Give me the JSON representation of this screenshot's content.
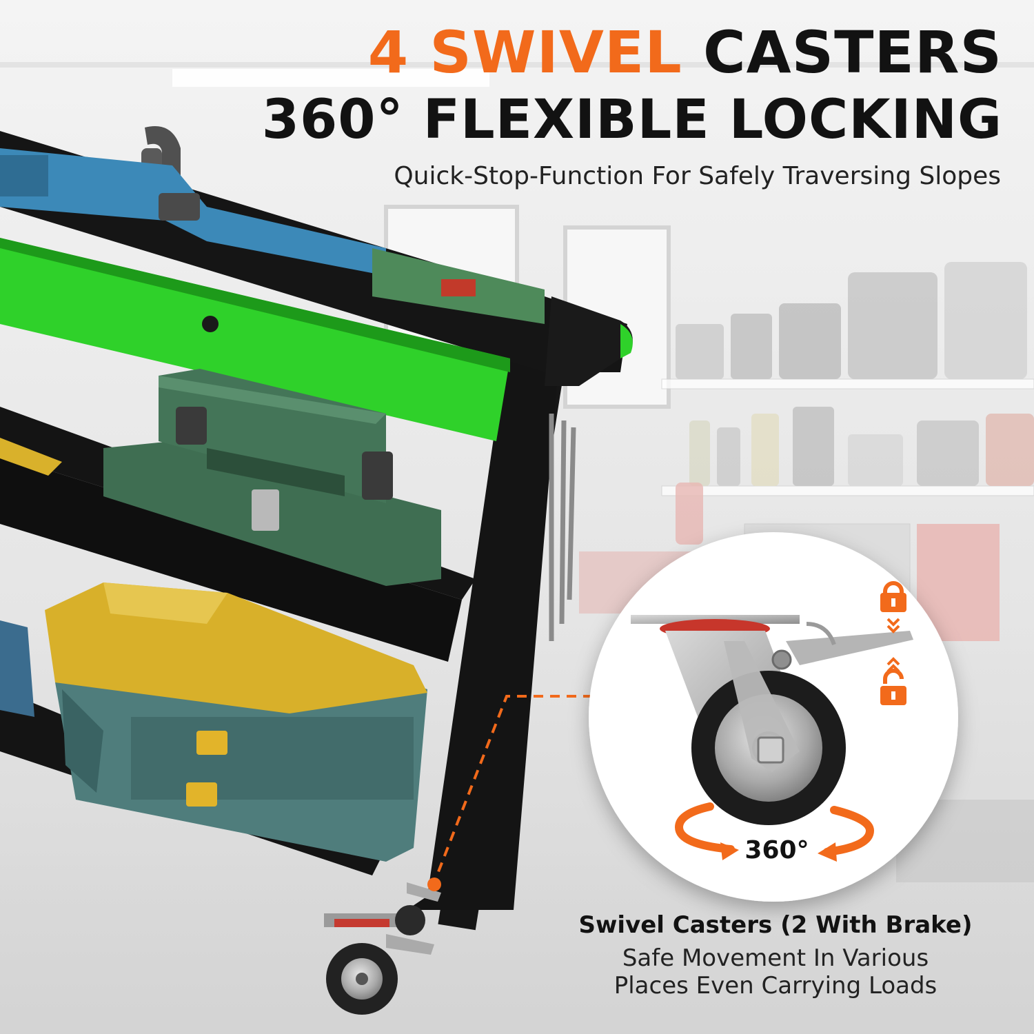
{
  "headline": {
    "accent": "4 SWIVEL",
    "rest": "CASTERS",
    "line2": "360° FLEXIBLE LOCKING"
  },
  "subheadline": "Quick-Stop-Function For Safely Traversing Slopes",
  "caster_callout": {
    "angle_label": "360°",
    "title": "Swivel Casters (2 With Brake)",
    "body_line1": "Safe Movement In Various",
    "body_line2": "Places Even Carrying Loads"
  },
  "colors": {
    "accent_orange": "#f26a1b",
    "cart_black": "#141414",
    "cart_green": "#2fd12a",
    "toolbox_green": "#3f6e52",
    "toolbox_yellow": "#d8b02a",
    "toolbox_teal": "#4f7d7c"
  },
  "icons": [
    "lock-closed-icon",
    "chevron-down-icon",
    "chevron-up-icon",
    "lock-open-icon",
    "rotate-arrow-icon"
  ]
}
